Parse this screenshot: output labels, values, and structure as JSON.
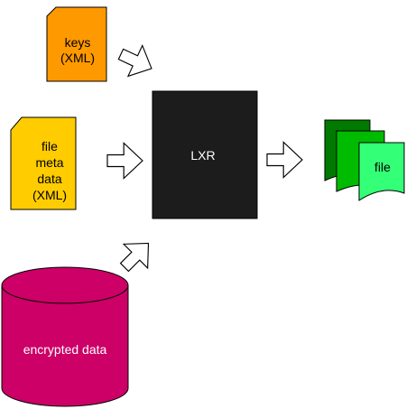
{
  "diagram": {
    "keys": {
      "line1": "keys",
      "line2": "(XML)",
      "color": "#ff9900"
    },
    "meta": {
      "line1": "file",
      "line2": "meta",
      "line3": "data",
      "line4": "(XML)",
      "color": "#ffcc00"
    },
    "lxr": {
      "label": "LXR",
      "color": "#1c1c1c"
    },
    "output": {
      "label": "file",
      "colors": [
        "#007a00",
        "#00bb00",
        "#33ff77"
      ]
    },
    "storage": {
      "label": "encrypted data",
      "color": "#cc0066"
    }
  }
}
